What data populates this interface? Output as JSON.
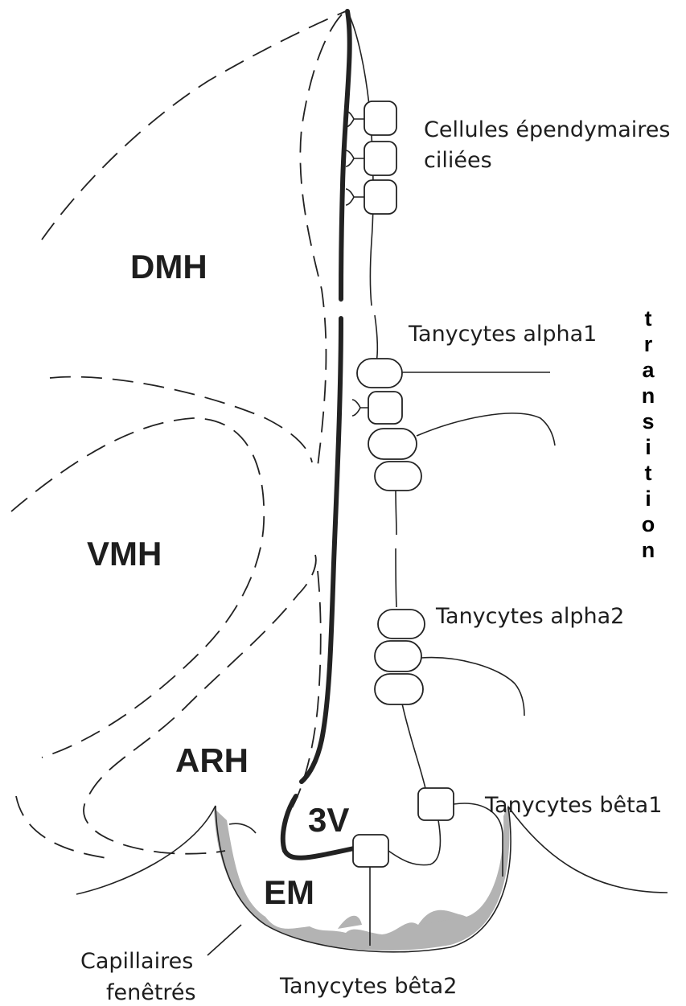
{
  "regions": {
    "dmh": "DMH",
    "vmh": "VMH",
    "arh": "ARH",
    "third_ventricle": "3V",
    "em": "EM"
  },
  "labels": {
    "ependymal_line1": "Cellules épendymaires",
    "ependymal_line2": "ciliées",
    "alpha1": "Tanycytes alpha1",
    "alpha2": "Tanycytes alpha2",
    "beta1": "Tanycytes bêta1",
    "beta2": "Tanycytes bêta2",
    "capillaries_line1": "Capillaires",
    "capillaries_line2": "fenêtrés"
  },
  "transition_letters": [
    "t",
    "r",
    "a",
    "n",
    "s",
    "i",
    "t",
    "i",
    "o",
    "n"
  ],
  "colors": {
    "ink": "#222222",
    "capillary_gray": "#b3b3b3"
  }
}
